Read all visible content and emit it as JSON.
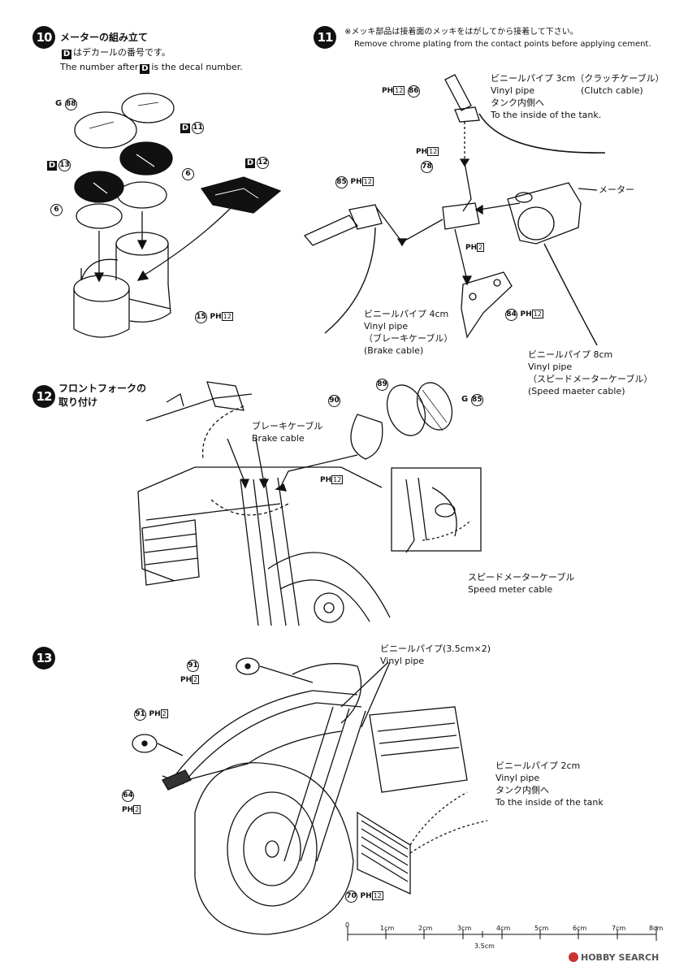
{
  "steps": {
    "s10": {
      "num": "10",
      "title": "メーターの組み立て",
      "note_jp": "はデカールの番号です。",
      "note_en_a": "The number after",
      "note_en_b": "is the decal number.",
      "d_letter": "D",
      "parts": {
        "p88": "88",
        "p88_prefix": "G",
        "p11": "11",
        "p13": "13",
        "p12": "12",
        "p6a": "6",
        "p6b": "6",
        "p15": "15",
        "p15_ph": "PH",
        "p15_box": "12"
      }
    },
    "s11": {
      "num": "11",
      "note_jp": "※メッキ部品は接着面のメッキをはがしてから接着して下さい。",
      "note_en": "Remove chrome plating from the contact points before applying cement.",
      "clutch": [
        "ビニールパイプ 3cm（クラッチケーブル）",
        "Vinyl pipe",
        "(Clutch cable)",
        "タンク内側へ",
        "To the inside of the tank."
      ],
      "meter_label": "メーター",
      "brake": [
        "ビニールパイプ 4cm",
        "Vinyl pipe",
        "（ブレーキケーブル）",
        "(Brake cable)"
      ],
      "speed": [
        "ビニールパイプ 8cm",
        "Vinyl pipe",
        "（スピードメーターケーブル）",
        "(Speed maeter cable)"
      ],
      "parts": {
        "p86": "86",
        "p86_box": "12",
        "p78": "78",
        "p78_box": "12",
        "p85": "85",
        "p85_box": "12",
        "p84": "84",
        "p84_box": "12",
        "ph2_box": "2",
        "ph": "PH"
      }
    },
    "s12": {
      "num": "12",
      "title_l1": "フロントフォークの",
      "title_l2": "取り付け",
      "brake_jp": "ブレーキケーブル",
      "brake_en": "Brake cable",
      "speed_jp": "スピードメーターケーブル",
      "speed_en": "Speed meter cable",
      "parts": {
        "p89": "89",
        "p90": "90",
        "p85": "85",
        "p85_prefix": "G",
        "ph": "PH",
        "ph_box": "12"
      }
    },
    "s13": {
      "num": "13",
      "vinyl_a": [
        "ビニールパイプ(3.5cm×2)",
        "Vinyl pipe"
      ],
      "vinyl_b": [
        "ビニールパイプ 2cm",
        "Vinyl pipe",
        "タンク内側へ",
        "To the inside of the tank"
      ],
      "parts": {
        "p91a": "91",
        "p91b": "91",
        "p64": "64",
        "p70": "70",
        "ph": "PH",
        "box2": "2",
        "box12": "12"
      }
    }
  },
  "ruler": {
    "labels": [
      "0",
      "1cm",
      "2cm",
      "3cm",
      "4cm",
      "5cm",
      "6cm",
      "7cm",
      "8cm"
    ],
    "half_label": "3.5cm"
  },
  "watermark": {
    "text": "HOBBY SEARCH"
  }
}
